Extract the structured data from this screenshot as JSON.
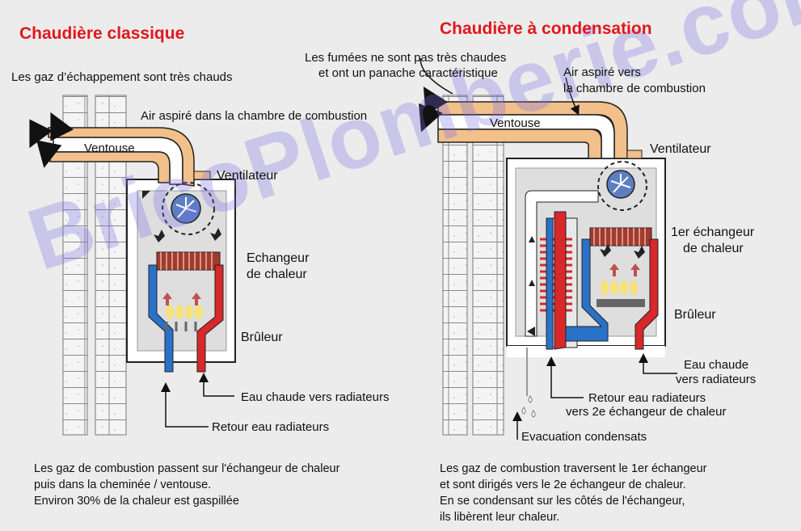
{
  "left": {
    "title": "Chaudière classique",
    "exhaust_note": "Les gaz d’échappement sont très chauds",
    "air_note": "Air aspiré dans la chambre de combustion",
    "ventouse": "Ventouse",
    "ventilateur": "Ventilateur",
    "echangeur": [
      "Echangeur",
      "de chaleur"
    ],
    "bruleur": "Brûleur",
    "eau_chaude": "Eau chaude vers radiateurs",
    "retour": "Retour eau radiateurs",
    "caption": [
      "Les gaz de combustion passent sur l'échangeur de chaleur",
      "puis dans la cheminée / ventouse.",
      "Environ 30% de la chaleur est gaspillée"
    ]
  },
  "right": {
    "title": "Chaudière à condensation",
    "fumees_note": [
      "Les fumées ne sont pas très chaudes",
      "et ont un panache caractéristique"
    ],
    "air_note": [
      "Air aspiré vers",
      "la chambre de combustion"
    ],
    "ventouse": "Ventouse",
    "ventilateur": "Ventilateur",
    "echangeur": [
      "1er échangeur",
      "de chaleur"
    ],
    "bruleur": "Brûleur",
    "eau_chaude": [
      "Eau chaude",
      "vers radiateurs"
    ],
    "retour": [
      "Retour eau radiateurs",
      "vers 2e échangeur de chaleur"
    ],
    "evacuation": "Evacuation condensats",
    "caption": [
      "Les gaz de combustion traversent le 1er échangeur",
      "et sont dirigés vers le 2e échangeur de chaleur.",
      "En se condensant sur les côtés de l'échangeur,",
      "ils libèrent leur chaleur."
    ]
  },
  "watermark": "BricoPlomberie.com",
  "colors": {
    "title_red": "#e0181c",
    "pipe": "#f2c08a",
    "hot": "#d8282a",
    "cold": "#2a72c8",
    "watermark": "#766ee4"
  }
}
